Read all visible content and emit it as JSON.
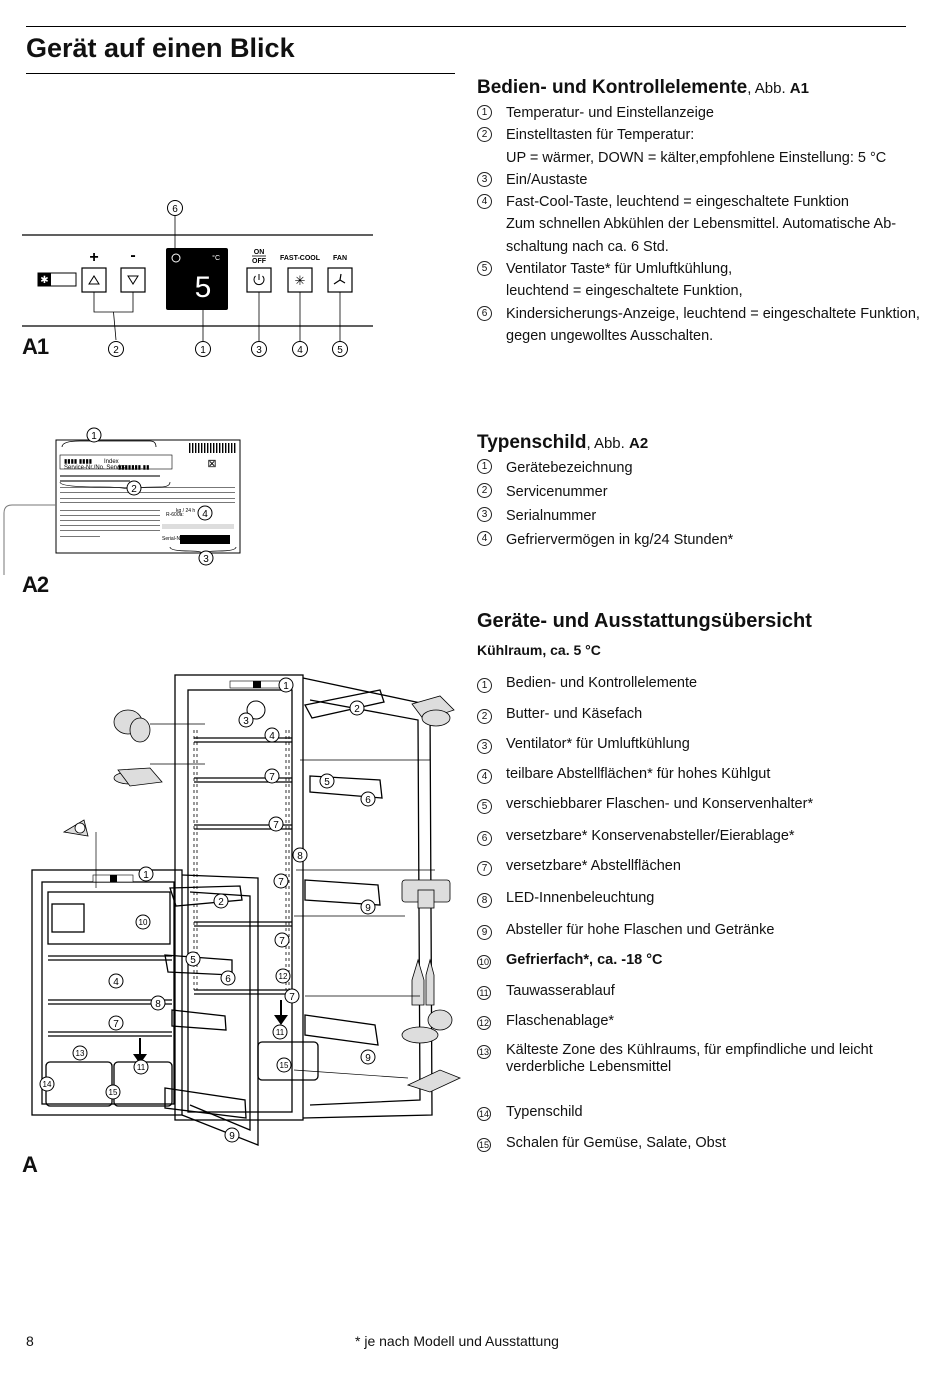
{
  "page_title": "Gerät auf einen Blick",
  "section_a1": {
    "title": "Bedien- und Kontrollelemente",
    "ref_prefix": ", Abb. ",
    "ref_label": "A1",
    "items": [
      {
        "n": "1",
        "text": "Temperatur- und Einstellanzeige"
      },
      {
        "n": "2",
        "text": "Einstelltasten für Temperatur:"
      },
      {
        "n": "",
        "text": "UP = wärmer,      DOWN = kälter,empfohlene Einstellung: 5 °C"
      },
      {
        "n": "3",
        "text": "Ein/Austaste"
      },
      {
        "n": "4",
        "text": "Fast-Cool-Taste, leuchtend = eingeschaltete Funktion"
      },
      {
        "n": "",
        "text": "Zum schnellen Abkühlen der Lebensmittel. Automatische Ab-"
      },
      {
        "n": "",
        "text": "schaltung nach ca. 6 Std."
      },
      {
        "n": "5",
        "text": "Ventilator Taste* für Umluftkühlung,"
      },
      {
        "n": "",
        "text": "leuchtend = eingeschaltete Funktion,"
      },
      {
        "n": "6",
        "text": "Kindersicherungs-Anzeige, leuchtend = eingeschaltete Funktion,"
      },
      {
        "n": "",
        "text": "gegen ungewolltes Ausschalten."
      }
    ]
  },
  "section_a2": {
    "title": "Typenschild",
    "ref_prefix": ", Abb. ",
    "ref_label": "A2",
    "items": [
      {
        "n": "1",
        "text": "Gerätebezeichnung"
      },
      {
        "n": "2",
        "text": "Servicenummer"
      },
      {
        "n": "3",
        "text": "Serialnummer"
      },
      {
        "n": "4",
        "text": "Gefriervermögen in kg/24 Stunden*"
      }
    ]
  },
  "section_a": {
    "title": "Geräte- und Ausstattungsübersicht",
    "subtitle": "Kühlraum, ca. 5 °C",
    "items": [
      {
        "n": "1",
        "text": "Bedien- und Kontrollelemente"
      },
      {
        "n": "2",
        "text": "Butter- und Käsefach"
      },
      {
        "n": "3",
        "text": "Ventilator* für Umluftkühlung"
      },
      {
        "n": "4",
        "text": "teilbare Abstellflächen* für hohes Kühlgut"
      },
      {
        "n": "5",
        "text": "verschiebbarer Flaschen- und Konservenhalter*"
      },
      {
        "n": "6",
        "text": "versetzbare* Konservenabsteller/Eierablage*"
      },
      {
        "n": "7",
        "text": "versetzbare* Abstellflächen"
      },
      {
        "n": "8",
        "text": "LED-Innenbeleuchtung"
      },
      {
        "n": "9",
        "text": "Absteller für hohe Flaschen und Getränke"
      },
      {
        "n": "10",
        "text": "Gefrierfach*, ca. -18 °C",
        "bold": true
      },
      {
        "n": "11",
        "text": "Tauwasserablauf"
      },
      {
        "n": "12",
        "text": "Flaschenablage*"
      },
      {
        "n": "13",
        "text": "Kälteste Zone des Kühlraums, für empfindliche und leicht verderbliche Lebensmittel"
      },
      {
        "n": "14",
        "text": "Typenschild"
      },
      {
        "n": "15",
        "text": "Schalen für Gemüse, Salate, Obst"
      }
    ]
  },
  "fig_a1": {
    "label": "A1",
    "display_value": "5",
    "unit": "°C",
    "btn_plus": "+",
    "btn_minus": "-",
    "on_label": "ON",
    "off_label": "OFF",
    "fastcool_label": "FAST-COOL",
    "fan_label": "FAN",
    "callouts": [
      "6",
      "2",
      "1",
      "3",
      "4",
      "5"
    ],
    "icons": [
      "snowflake-icon",
      "up-arrow-icon",
      "down-arrow-icon",
      "child-lock-icon",
      "power-icon",
      "fastcool-icon",
      "fan-icon"
    ]
  },
  "fig_a2": {
    "label": "A2",
    "index_label": "Index",
    "service_label": "Service-Nr./No. Service",
    "kg_label": "kg / 24 h",
    "serial_label": "Serial-Nr.",
    "callouts": [
      "1",
      "2",
      "3",
      "4"
    ]
  },
  "fig_a": {
    "label": "A",
    "callouts_tall": [
      "1",
      "2",
      "3",
      "4",
      "7",
      "5",
      "6",
      "7",
      "8",
      "7",
      "9",
      "7",
      "12",
      "7",
      "11",
      "9",
      "15"
    ],
    "callouts_small": [
      "1",
      "10",
      "2",
      "5",
      "6",
      "4",
      "8",
      "7",
      "13",
      "11",
      "14",
      "15",
      "9"
    ]
  },
  "footer": {
    "page_number": "8",
    "footnote": "* je nach Modell und Ausstattung"
  }
}
